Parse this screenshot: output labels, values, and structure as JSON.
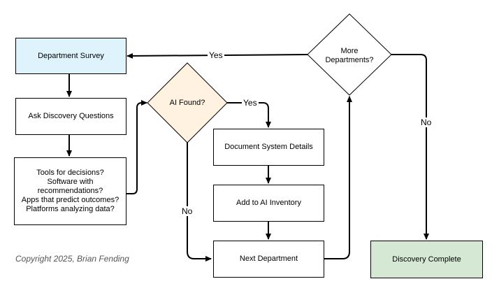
{
  "nodes": {
    "department_survey": "Department Survey",
    "ask_questions": "Ask Discovery Questions",
    "questions_list": [
      "Tools for decisions?",
      "Software with recommendations?",
      "Apps that predict outcomes?",
      "Platforms analyzing data?"
    ],
    "ai_found": "AI Found?",
    "document_details": "Document System Details",
    "add_inventory": "Add to AI Inventory",
    "next_department": "Next Department",
    "more_departments": "More Departments?",
    "discovery_complete": "Discovery Complete"
  },
  "edge_labels": {
    "ai_yes": "Yes",
    "ai_no": "No",
    "more_yes": "Yes",
    "more_no": "No"
  },
  "colors": {
    "survey_fill": "#dff3fd",
    "decision_fill": "#fff2e0",
    "complete_fill": "#d5e8d4"
  },
  "footer": {
    "copyright": "Copyright 2025, Brian Fending"
  }
}
